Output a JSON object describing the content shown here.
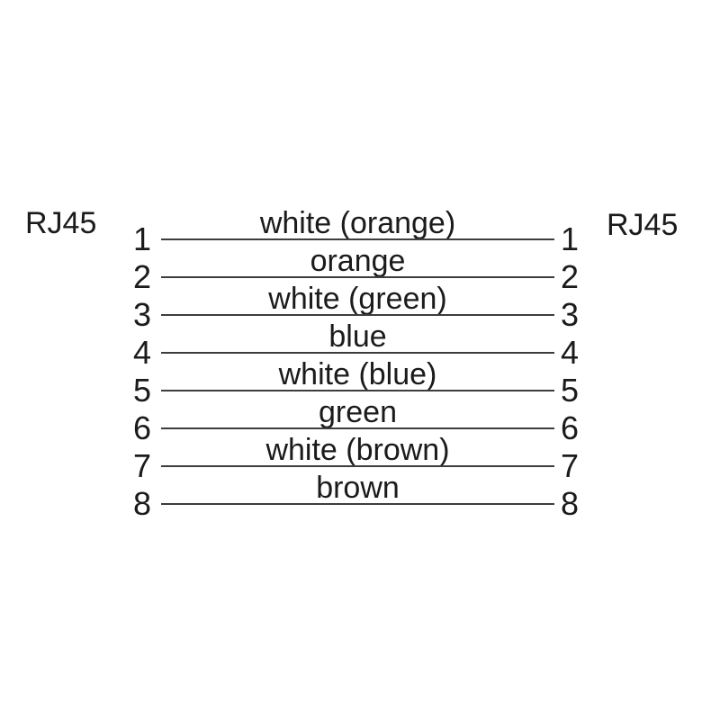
{
  "diagram": {
    "left_connector": "RJ45",
    "right_connector": "RJ45",
    "text_color": "#1b1b1b",
    "line_color": "#3d3d3d",
    "pins": [
      {
        "pin": "1",
        "label": "white (orange)"
      },
      {
        "pin": "2",
        "label": "orange"
      },
      {
        "pin": "3",
        "label": "white (green)"
      },
      {
        "pin": "4",
        "label": "blue"
      },
      {
        "pin": "5",
        "label": "white (blue)"
      },
      {
        "pin": "6",
        "label": "green"
      },
      {
        "pin": "7",
        "label": "white (brown)"
      },
      {
        "pin": "8",
        "label": "brown"
      }
    ]
  }
}
